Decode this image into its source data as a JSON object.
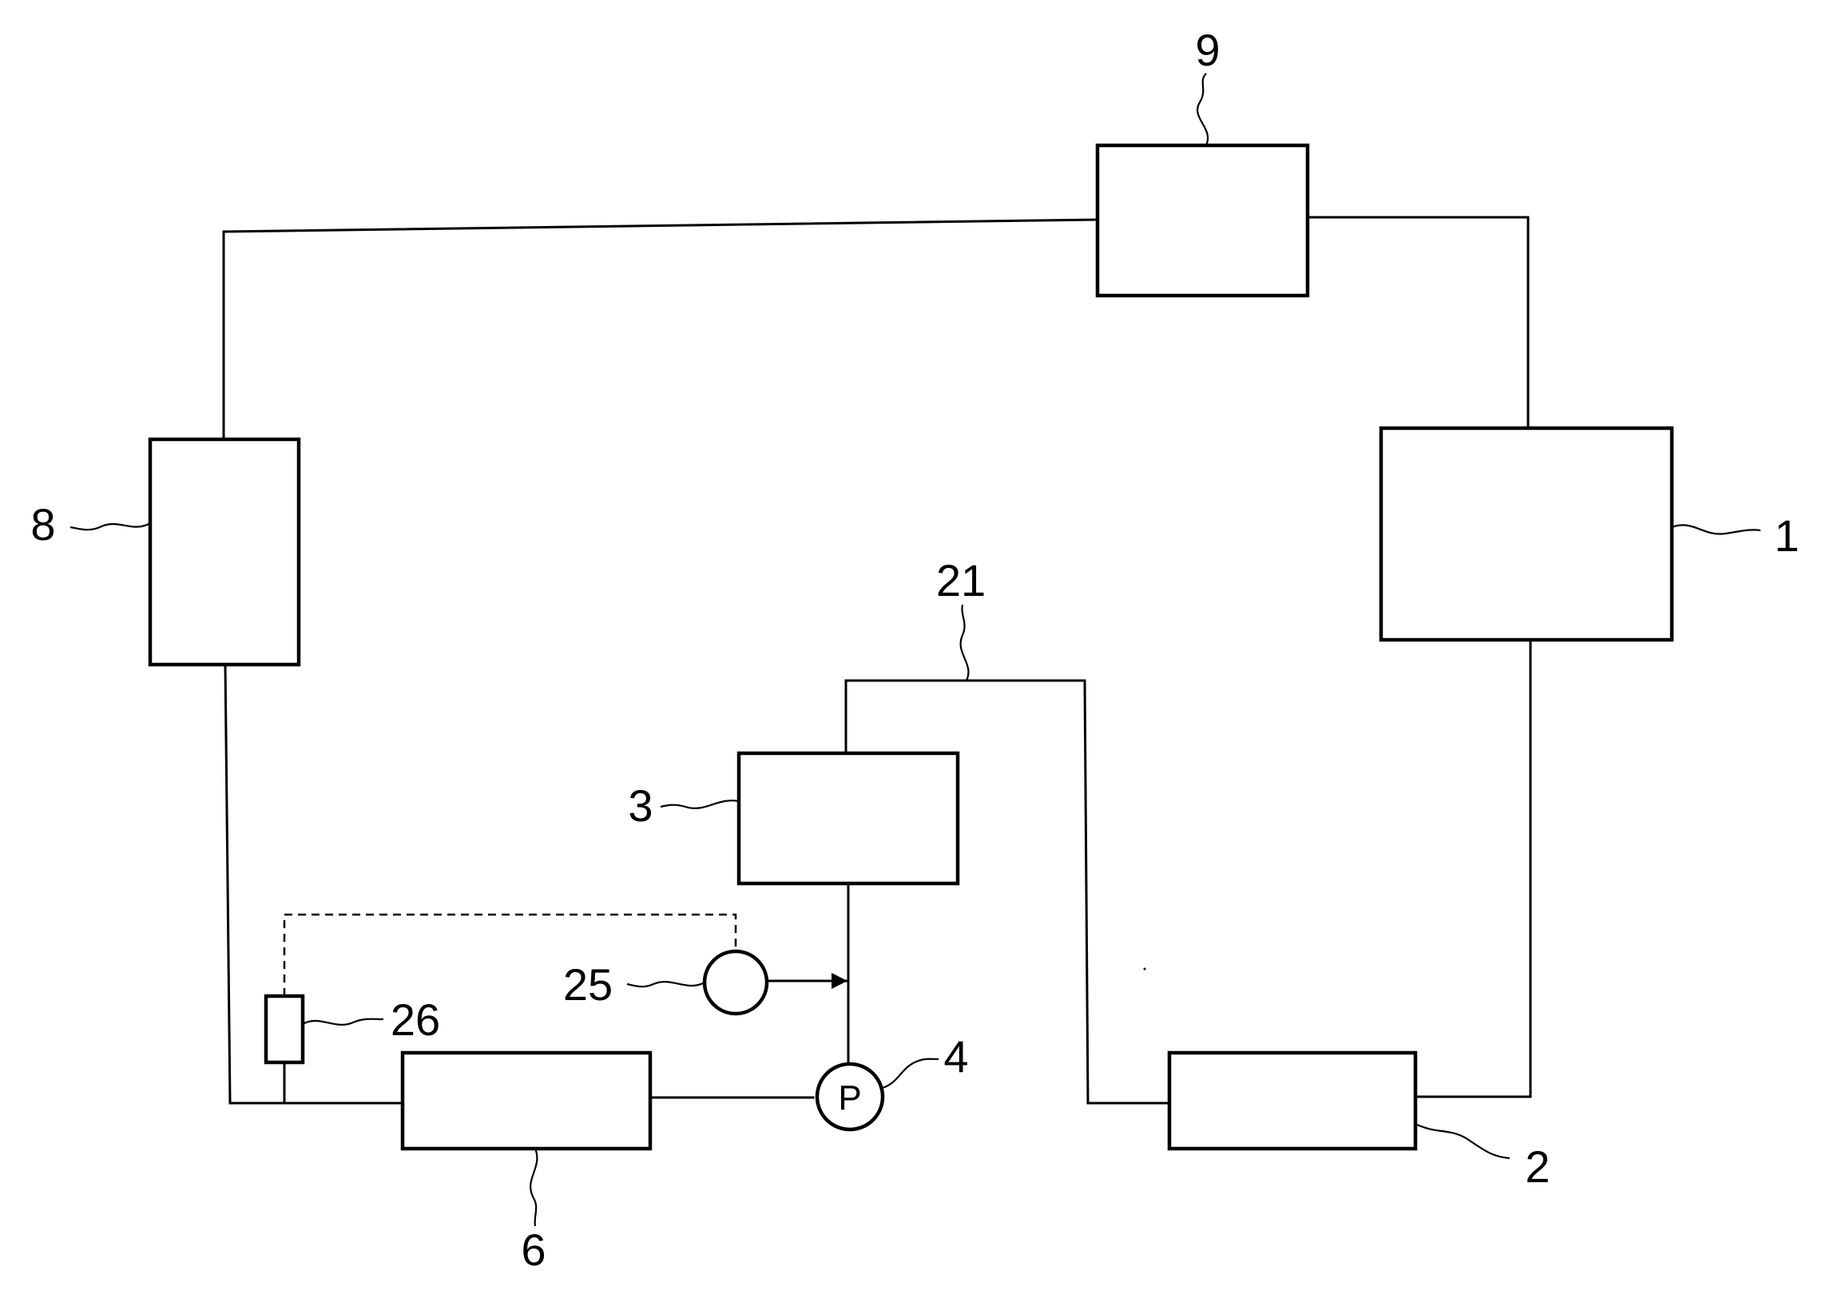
{
  "labels": {
    "box_1": "1",
    "box_2": "2",
    "box_3": "3",
    "pump_4": "4",
    "box_6": "6",
    "box_8": "8",
    "box_9": "9",
    "line_21": "21",
    "valve_25": "25",
    "sensor_26": "26"
  },
  "pump_symbol": "P",
  "colors": {
    "ink": "#000000",
    "background": "#ffffff"
  }
}
